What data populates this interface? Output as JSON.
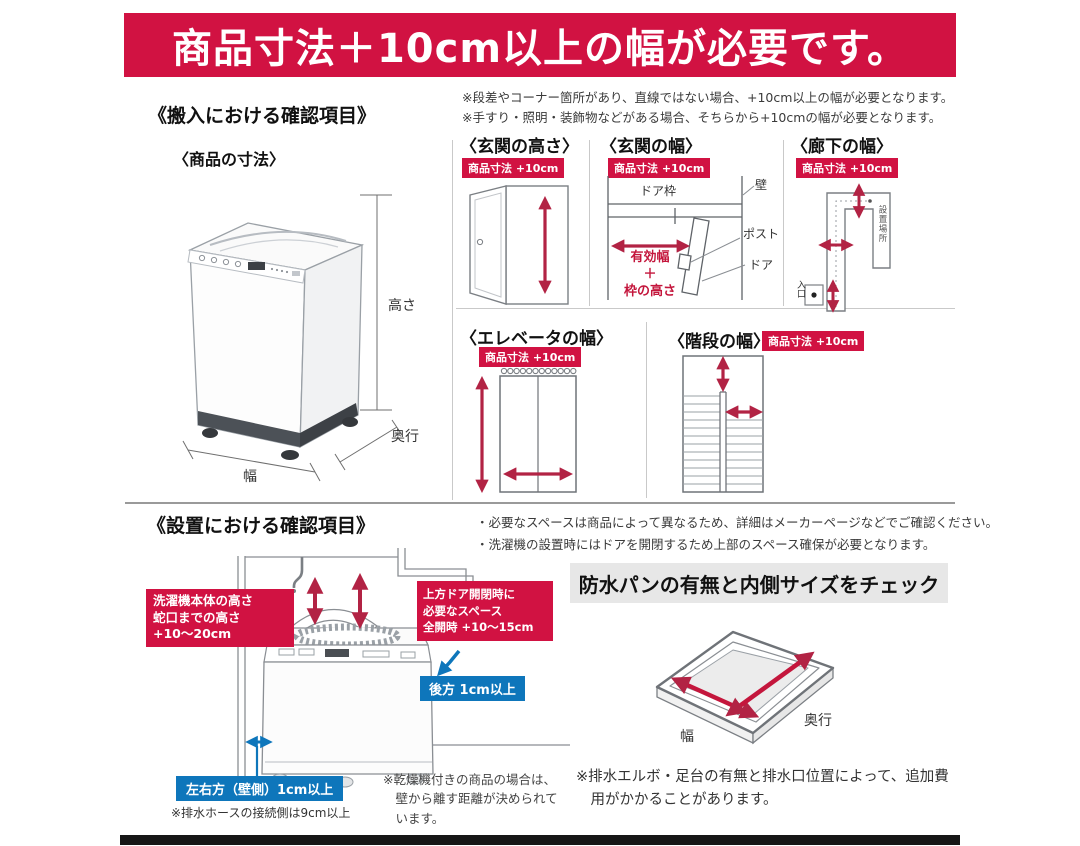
{
  "banner": {
    "text": "商品寸法＋10cm以上の幅が必要です。"
  },
  "badge_label": "商品寸法 +10cm",
  "carry_in": {
    "heading": "《搬入における確認項目》",
    "notes": [
      "※段差やコーナー箇所があり、直線ではない場合、+10cm以上の幅が必要となります。",
      "※手すり・照明・装飾物などがある場合、そちらから+10cmの幅が必要となります。"
    ],
    "product": {
      "heading": "〈商品の寸法〉",
      "height": "高さ",
      "depth": "奥行",
      "width": "幅"
    },
    "entrance_height": {
      "heading": "〈玄関の高さ〉"
    },
    "entrance_width": {
      "heading": "〈玄関の幅〉",
      "door_frame": "ドア枠",
      "wall": "壁",
      "post": "ポスト",
      "door": "ドア",
      "effective": "有効幅\n＋\n枠の高さ"
    },
    "hallway": {
      "heading": "〈廊下の幅〉",
      "place": "設置場所",
      "entry": "入口"
    },
    "elevator": {
      "heading": "〈エレベータの幅〉"
    },
    "stairs": {
      "heading": "〈階段の幅〉"
    }
  },
  "install": {
    "heading": "《設置における確認項目》",
    "notes": [
      "・必要なスペースは商品によって異なるため、詳細はメーカーページなどでご確認ください。",
      "・洗濯機の設置時にはドアを開閉するため上部のスペース確保が必要となります。"
    ],
    "height_box": "洗濯機本体の高さ\n蛇口までの高さ\n+10〜20cm",
    "door_box": "上方ドア開閉時に\n必要なスペース\n全開時 +10〜15cm",
    "rear_box": "後方 1cm以上",
    "side_box": "左右方（壁側）1cm以上",
    "hose_note": "※排水ホースの接続側は9cm以上",
    "dryer_note": "※乾燥機付きの商品の場合は、壁から離す距離が決められています。"
  },
  "pan": {
    "heading": "防水パンの有無と内側サイズをチェック",
    "width": "幅",
    "depth": "奥行",
    "note": "※排水エルボ・足台の有無と排水口位置によって、追加費用がかかることがあります。"
  },
  "colors": {
    "red": "#d11242",
    "arrow_red": "#b22344",
    "blue": "#0e76bb"
  }
}
